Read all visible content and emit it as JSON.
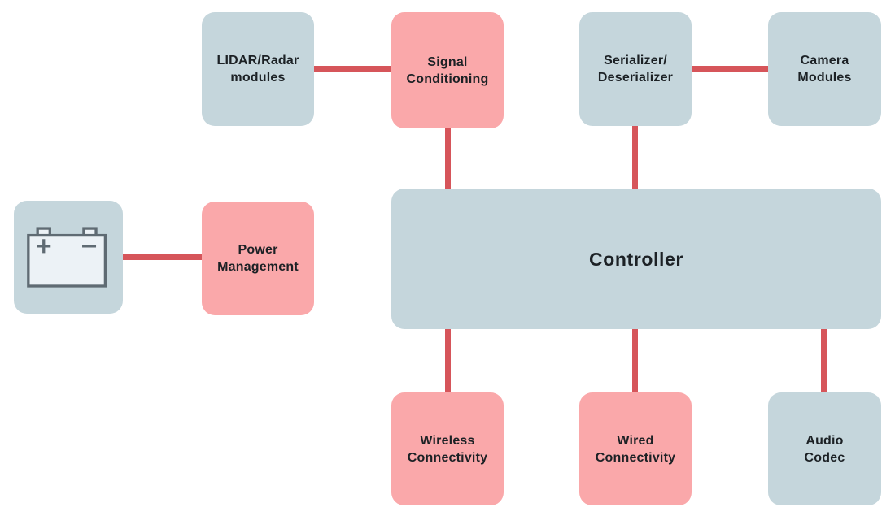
{
  "diagram": {
    "type": "block-diagram",
    "description": "Controller system block diagram with sensor, power, connectivity and audio modules",
    "colors": {
      "module_fill_blue": "#c5d6dc",
      "module_fill_pink": "#faa8aa",
      "connector_red": "#d6555a",
      "label_text": "#1c2125",
      "battery_outline": "#5f6b73",
      "battery_fill": "#ecf2f6",
      "background": "#ffffff"
    },
    "nodes": [
      {
        "id": "battery",
        "icon": "battery-icon",
        "lines": [],
        "style": "blue"
      },
      {
        "id": "lidar-radar-modules",
        "lines": [
          "LIDAR/Radar",
          "modules"
        ],
        "style": "blue"
      },
      {
        "id": "signal-conditioning",
        "lines": [
          "Signal",
          "Conditioning"
        ],
        "style": "pink"
      },
      {
        "id": "serializer-deserializer",
        "lines": [
          "Serializer/",
          "Deserializer"
        ],
        "style": "blue"
      },
      {
        "id": "camera-modules",
        "lines": [
          "Camera",
          "Modules"
        ],
        "style": "blue"
      },
      {
        "id": "power-management",
        "lines": [
          "Power",
          "Management"
        ],
        "style": "pink"
      },
      {
        "id": "controller",
        "lines": [
          "Controller"
        ],
        "style": "blue"
      },
      {
        "id": "wireless-connectivity",
        "lines": [
          "Wireless",
          "Connectivity"
        ],
        "style": "pink"
      },
      {
        "id": "wired-connectivity",
        "lines": [
          "Wired",
          "Connectivity"
        ],
        "style": "pink"
      },
      {
        "id": "audio-codec",
        "lines": [
          "Audio",
          "Codec"
        ],
        "style": "blue"
      }
    ],
    "connections": [
      {
        "from": "lidar-radar-modules",
        "to": "signal-conditioning"
      },
      {
        "from": "signal-conditioning",
        "to": "controller"
      },
      {
        "from": "serializer-deserializer",
        "to": "camera-modules"
      },
      {
        "from": "serializer-deserializer",
        "to": "controller"
      },
      {
        "from": "battery",
        "to": "power-management"
      },
      {
        "from": "controller",
        "to": "wireless-connectivity"
      },
      {
        "from": "controller",
        "to": "wired-connectivity"
      },
      {
        "from": "controller",
        "to": "audio-codec"
      }
    ]
  }
}
